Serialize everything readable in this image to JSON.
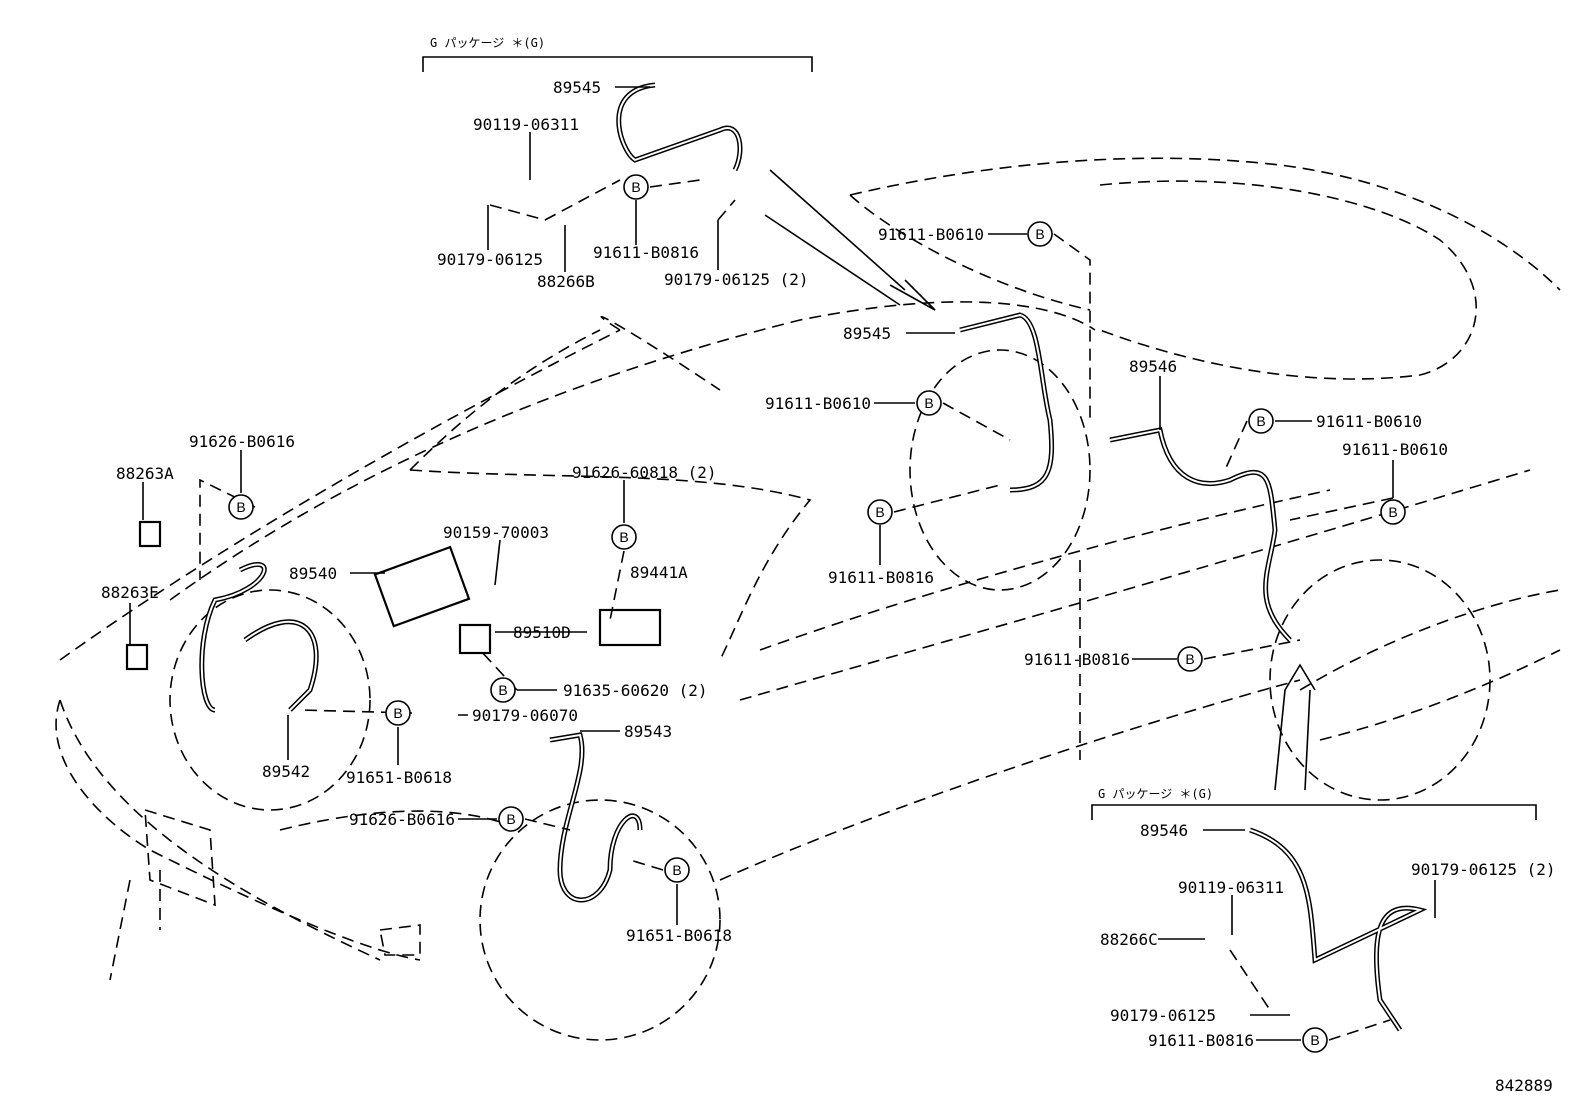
{
  "diagram_id": "842889",
  "bolt_marker": "B",
  "package_header": "G パッケージ ＊(G)",
  "top_group": {
    "header": "G パッケージ ＊(G)",
    "labels": [
      "89545",
      "90119-06311",
      "90179-06125",
      "88266B",
      "91611-B0816",
      "90179-06125 (2)"
    ]
  },
  "rear_right": {
    "labels": [
      "91611-B0610",
      "89545",
      "91611-B0610",
      "89546",
      "91611-B0610",
      "91611-B0610",
      "91611-B0816",
      "91611-B0816"
    ]
  },
  "front": {
    "labels": [
      "91626-B0616",
      "88263A",
      "88263E",
      "89540",
      "90159-70003",
      "91626-60818 (2)",
      "89441A",
      "89510D",
      "91635-60620 (2)",
      "90179-06070",
      "89542",
      "91651-B0618",
      "89543",
      "91626-B0616",
      "91651-B0618"
    ]
  },
  "bottom_group": {
    "header": "G パッケージ ＊(G)",
    "labels": [
      "89546",
      "90179-06125 (2)",
      "90119-06311",
      "88266C",
      "90179-06125",
      "91611-B0816"
    ]
  }
}
